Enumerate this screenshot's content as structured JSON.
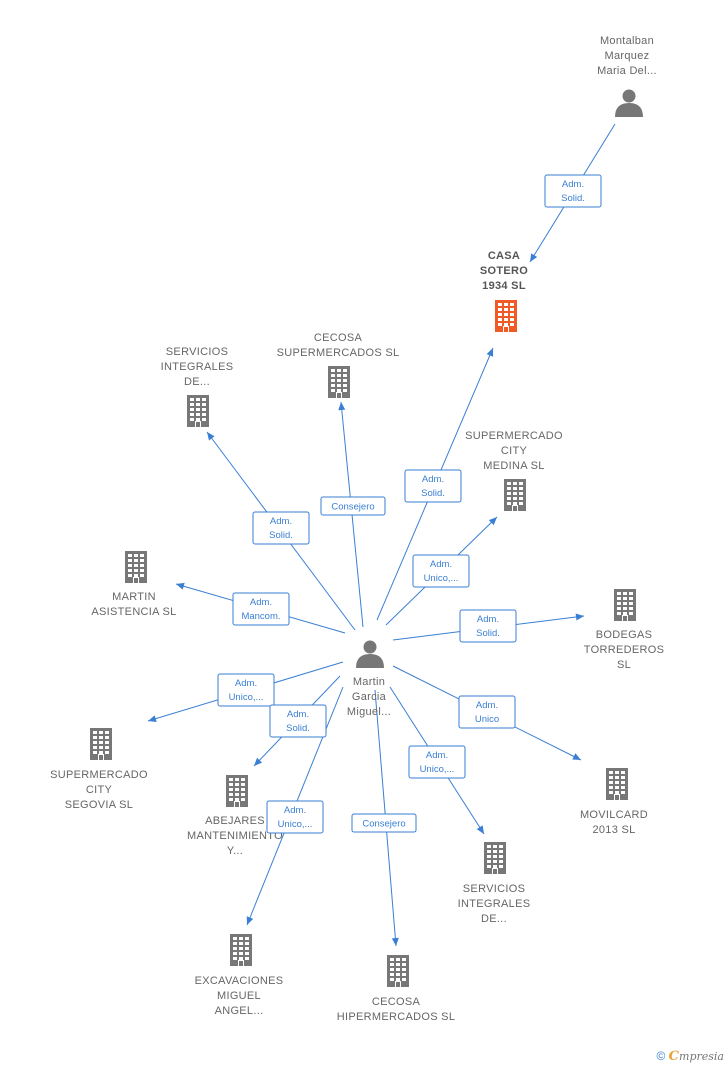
{
  "colors": {
    "edge": "#3a7fd4",
    "company": "#777777",
    "company_focus": "#f05a24",
    "person": "#777777"
  },
  "nodes": [
    {
      "id": "montalban",
      "kind": "person",
      "icon": "person-icon",
      "lines": [
        "Montalban",
        "Marquez",
        "Maria Del..."
      ]
    },
    {
      "id": "casa_sotero",
      "kind": "company",
      "focus": true,
      "icon": "building-icon",
      "lines": [
        "CASA",
        "SOTERO",
        "1934  SL"
      ]
    },
    {
      "id": "servicios_top",
      "kind": "company",
      "icon": "building-icon",
      "lines": [
        "SERVICIOS",
        "INTEGRALES",
        "DE..."
      ]
    },
    {
      "id": "cecosa_super",
      "kind": "company",
      "icon": "building-icon",
      "lines": [
        "CECOSA",
        "SUPERMERCADOS SL"
      ]
    },
    {
      "id": "super_medina",
      "kind": "company",
      "icon": "building-icon",
      "lines": [
        "SUPERMERCADO",
        "CITY",
        "MEDINA  SL"
      ]
    },
    {
      "id": "martin_asistencia",
      "kind": "company",
      "icon": "building-icon",
      "lines": [
        "MARTIN",
        "ASISTENCIA SL"
      ]
    },
    {
      "id": "bodegas",
      "kind": "company",
      "icon": "building-icon",
      "lines": [
        "BODEGAS",
        "TORREDEROS",
        "SL"
      ]
    },
    {
      "id": "martin",
      "kind": "person",
      "icon": "person-icon",
      "lines": [
        "Martin",
        "Garcia",
        "Miguel..."
      ]
    },
    {
      "id": "super_segovia",
      "kind": "company",
      "icon": "building-icon",
      "lines": [
        "SUPERMERCADO",
        "CITY",
        "SEGOVIA  SL"
      ]
    },
    {
      "id": "abejares",
      "kind": "company",
      "icon": "building-icon",
      "lines": [
        "ABEJARES",
        "MANTENIMIENTO",
        "Y..."
      ]
    },
    {
      "id": "movilcard",
      "kind": "company",
      "icon": "building-icon",
      "lines": [
        "MOVILCARD",
        "2013 SL"
      ]
    },
    {
      "id": "servicios_bottom",
      "kind": "company",
      "icon": "building-icon",
      "lines": [
        "SERVICIOS",
        "INTEGRALES",
        "DE..."
      ]
    },
    {
      "id": "excavaciones",
      "kind": "company",
      "icon": "building-icon",
      "lines": [
        "EXCAVACIONES",
        "MIGUEL",
        "ANGEL..."
      ]
    },
    {
      "id": "cecosa_hiper",
      "kind": "company",
      "icon": "building-icon",
      "lines": [
        "CECOSA",
        "HIPERMERCADOS SL"
      ]
    }
  ],
  "edges": [
    {
      "from": "montalban",
      "to": "casa_sotero",
      "label": [
        "Adm.",
        "Solid."
      ]
    },
    {
      "from": "martin",
      "to": "casa_sotero",
      "label": [
        "Adm.",
        "Solid."
      ]
    },
    {
      "from": "martin",
      "to": "servicios_top",
      "label": [
        "Adm.",
        "Solid."
      ]
    },
    {
      "from": "martin",
      "to": "cecosa_super",
      "label": [
        "Consejero"
      ]
    },
    {
      "from": "martin",
      "to": "super_medina",
      "label": [
        "Adm.",
        "Unico,..."
      ]
    },
    {
      "from": "martin",
      "to": "martin_asistencia",
      "label": [
        "Adm.",
        "Mancom."
      ]
    },
    {
      "from": "martin",
      "to": "bodegas",
      "label": [
        "Adm.",
        "Solid."
      ]
    },
    {
      "from": "martin",
      "to": "super_segovia",
      "label": [
        "Adm.",
        "Unico,..."
      ]
    },
    {
      "from": "martin",
      "to": "abejares",
      "label": [
        "Adm.",
        "Solid."
      ]
    },
    {
      "from": "martin",
      "to": "movilcard",
      "label": [
        "Adm.",
        "Unico"
      ]
    },
    {
      "from": "martin",
      "to": "servicios_bottom",
      "label": [
        "Adm.",
        "Unico,..."
      ]
    },
    {
      "from": "martin",
      "to": "excavaciones",
      "label": [
        "Adm.",
        "Unico,..."
      ]
    },
    {
      "from": "martin",
      "to": "cecosa_hiper",
      "label": [
        "Consejero"
      ]
    }
  ],
  "footer": {
    "copyright": "©",
    "brand_initial": "C",
    "brand_rest": "mpresia"
  }
}
